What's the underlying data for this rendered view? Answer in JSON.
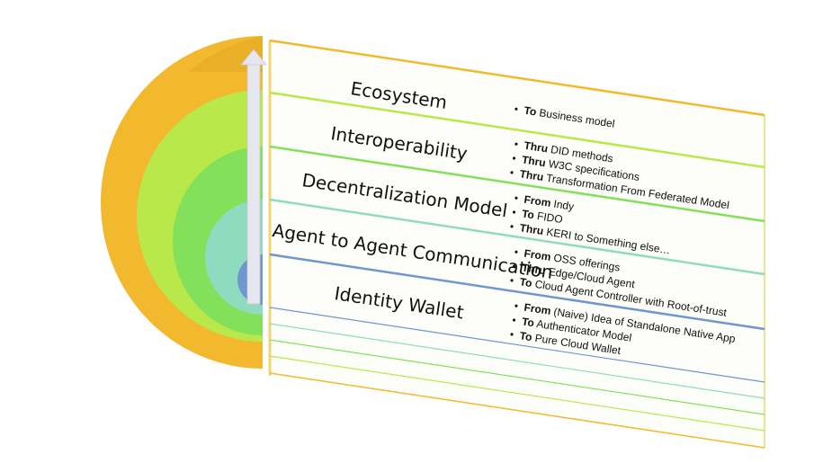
{
  "colors": {
    "ecosystem": "#f2b92e",
    "interoperability": "#b8e84a",
    "decentralization": "#82e05a",
    "agent": "#8edbbf",
    "wallet": "#6f96cf",
    "arrow": "#e6e6ee"
  },
  "layers": [
    {
      "title": "Ecosystem",
      "bullets": [
        {
          "keyword": "To",
          "text": " Business model"
        }
      ]
    },
    {
      "title": "Interoperability",
      "bullets": [
        {
          "keyword": "Thru",
          "text": " DID methods"
        },
        {
          "keyword": "Thru",
          "text": " W3C specifications"
        },
        {
          "keyword": "Thru",
          "text": " Transformation From Federated Model"
        }
      ]
    },
    {
      "title": "Decentralization Model",
      "bullets": [
        {
          "keyword": "From",
          "text": " Indy"
        },
        {
          "keyword": "To",
          "text": " FIDO"
        },
        {
          "keyword": "Thru",
          "text": " KERI to Something else…"
        }
      ]
    },
    {
      "title": "Agent to Agent Communication",
      "bullets": [
        {
          "keyword": "From",
          "text": " OSS offerings"
        },
        {
          "keyword": "Thru",
          "text": " Edge/Cloud Agent"
        },
        {
          "keyword": "To",
          "text": " Cloud Agent Controller with Root-of-trust"
        }
      ]
    },
    {
      "title": "Identity Wallet",
      "bullets": [
        {
          "keyword": "From",
          "text": " (Naive) Idea of Standalone Native App"
        },
        {
          "keyword": "To",
          "text": " Authenticator Model"
        },
        {
          "keyword": "To",
          "text": " Pure Cloud Wallet"
        }
      ]
    }
  ]
}
